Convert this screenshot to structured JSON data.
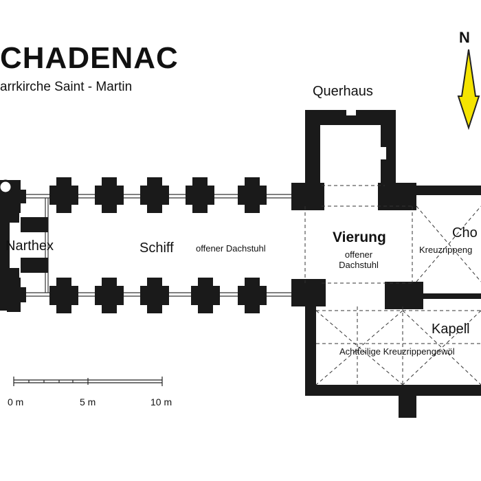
{
  "title": "CHADENAC",
  "subtitle": "arrkirche  Saint - Martin",
  "north_label": "N",
  "rooms": {
    "querhaus": "Querhaus",
    "narthex": "Narthex",
    "schiff": "Schiff",
    "schiff_note": "offener Dachstuhl",
    "vierung": "Vierung",
    "vierung_note1": "offener",
    "vierung_note2": "Dachstuhl",
    "chor": "Cho",
    "chor_note": "Kreuzrippeng",
    "kapelle": "Kapell",
    "kapelle_note": "Achtteilige Kreuzrippengewöl"
  },
  "scale": {
    "labels": [
      "0 m",
      "5 m",
      "10 m"
    ]
  },
  "colors": {
    "wall": "#1a1a1a",
    "arrow_fill": "#f5e400",
    "arrow_stroke": "#222222",
    "line": "#333333"
  }
}
